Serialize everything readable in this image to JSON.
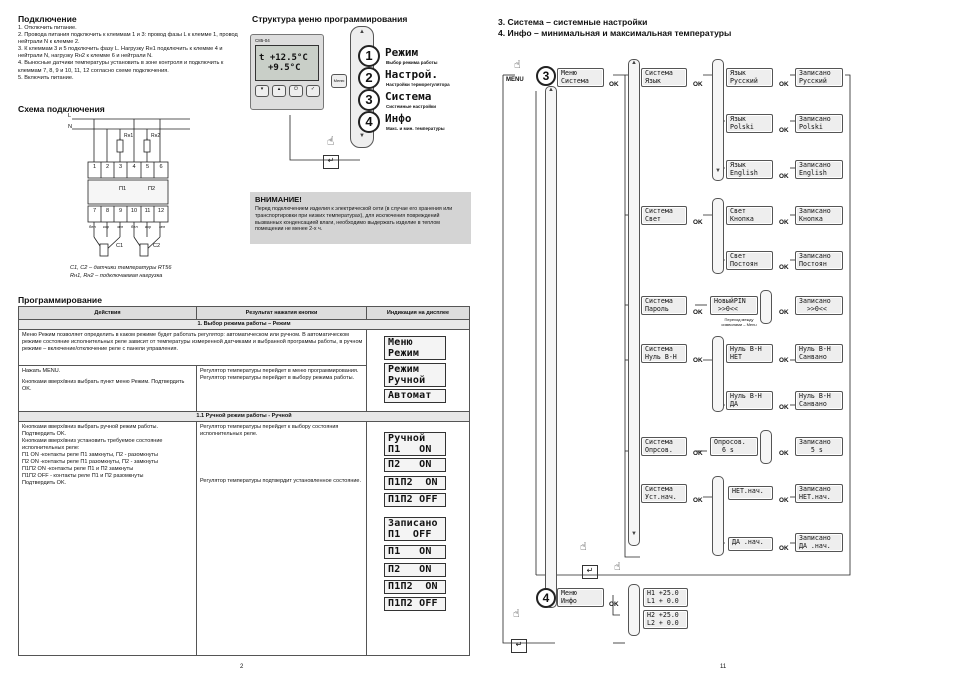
{
  "left_page": {
    "connect_title": "Подключение",
    "connect_steps": [
      "1. Отключить питание.",
      "2. Провода питания подключить к клеммам 1 и 3: провод фазы L к клемме 1, провод нейтрали N к клемме 2.",
      "3. К клеммам 3 и 5 подключить фазу L. Нагрузку Rн1 подключить к клемме 4 и нейтрали N, нагрузку Rн2 к клемме 6 и нейтрали N.",
      "4. Выносные датчики температуры установить в зоне контроля и подключить к клеммам 7, 8, 9 и 10, 11, 12 согласно схеме подключения.",
      "5. Включить питание."
    ],
    "scheme_title": "Схема подключения",
    "scheme": {
      "line_l": "L",
      "line_n": "N",
      "rn1": "Rн1",
      "rn2": "Rн2",
      "top_terminals": [
        "1",
        "2",
        "3",
        "4",
        "5",
        "6"
      ],
      "p1": "П1",
      "p2": "П2",
      "bottom_terminals": [
        "7",
        "8",
        "9",
        "10",
        "11",
        "12"
      ],
      "wire_labels": [
        "бел",
        "кор",
        "зел",
        "бел",
        "кор",
        "зел"
      ],
      "c1": "С1",
      "c2": "С2",
      "caption1": "С1, С2 – датчики температуры RT56",
      "caption2": "Rн1, Rн2 – подключаемая нагрузка"
    },
    "menu_title": "Структура меню программирования",
    "device": {
      "model": "С85-04",
      "line1": "t +12.5°C",
      "line2": "+9.5°C",
      "menu_btn": "Меню"
    },
    "menu_items": [
      {
        "num": "1",
        "title": "Режим",
        "sub": "Выбор режима работы"
      },
      {
        "num": "2",
        "title": "Настрой.",
        "sub": "Настройки терморегулятора"
      },
      {
        "num": "3",
        "title": "Система",
        "sub": "Системные настройки"
      },
      {
        "num": "4",
        "title": "Инфо",
        "sub": "Макс. и мин. температуры"
      }
    ],
    "warning_title": "ВНИМАНИЕ!",
    "warning_text": "Перед подключением изделия к электрической сети (в случае его хранения или транспортировки при низких температурах), для исключения повреждений вызванных конденсацией влаги, необходимо выдержать изделие в теплом помещении не менее 2-х ч.",
    "prog_title": "Программирование",
    "table": {
      "headers": [
        "Действия",
        "Результат нажатия кнопки",
        "Индикация на дисплее"
      ],
      "section1": "1. Выбор режима работы – Режим",
      "row1_text": "Меню Режим позволяет определить в каком режиме будет работать регулятор: автоматическом или ручном. В автоматическом режиме состояние исполнительных реле зависит от температуры измеренной датчиками и выбранной программы работы, в ручном режиме – включение/отключение реле с панели управления.",
      "row2_action_a": "Нажать MENU.",
      "row2_action_b": "Кнопками вверх/вниз выбрать пункт меню Режим. Подтвердить OK.",
      "row2_result_a": "Регулятор температуры перейдет в меню программирования.",
      "row2_result_b": "Регулятор температуры перейдет в выбору режима работы.",
      "section2": "1.1 Ручной режим работы - Ручной",
      "row3_action": [
        "Кнопками вверх/вниз выбрать ручной режим работы.",
        "Подтвердить OK.",
        "Кнопками вверх/вниз установить требуемое состояние исполнительных реле:",
        "П1 ON -контакты реле П1 замкнуты, П2 - разомкнуты",
        "П2 ON -контакты реле П1 разомкнуты, П2 - замкнуты",
        "П1П2 ON -контакты реле П1 и П2 замкнуты",
        "П1П2 OFF - контакты реле П1 и П2 разомкнуты",
        "Подтвердить OK."
      ],
      "row3_result_a": "Регулятор температуры перейдет к выбору состояния исполнительных реле.",
      "row3_result_b": "Регулятор температуры подтвердит установленное состояние.",
      "displays1": [
        "Меню\nРежим",
        "Режим\nРучной",
        "Автомат"
      ],
      "displays2": [
        "Ручной\nП1   ON",
        "П2   ON",
        "П1П2  ON",
        "П1П2 OFF"
      ],
      "displays3": [
        "Записано\nП1  OFF",
        "П1   ON",
        "П2   ON",
        "П1П2  ON",
        "П1П2 OFF"
      ]
    },
    "page_number": "2"
  },
  "right_page": {
    "title1": "3. Система – системные настройки",
    "title2": "4. Инфо – минимальная и максимальная температуры",
    "menu_label": "MENU",
    "ok_label": "OK",
    "step3": "3",
    "step4": "4",
    "lcd_menu_system": "Меню\nСистема",
    "lcd_menu_info": "Меню\nИнфо",
    "rows": [
      {
        "name": "lang",
        "sys": "Система\nЯзык",
        "opts": [
          [
            "Язык\nРусский",
            "Записано\nРусский"
          ],
          [
            "Язык\nPolski",
            "Записано\nPolski"
          ],
          [
            "Язык\nEnglish",
            "Записано\nEnglish"
          ]
        ]
      },
      {
        "name": "light",
        "sys": "Система\nСвет",
        "opts": [
          [
            "Свет\nКнопка",
            "Записано\nКнопка"
          ],
          [
            "Свет\nПостоян",
            "Записано\nПостоян"
          ]
        ]
      },
      {
        "name": "pass",
        "sys": "Система\nПароль",
        "opts": [
          [
            "НовыйPIN\n >>0<<",
            "Записано\n  >>0<<"
          ]
        ]
      },
      {
        "name": "zero",
        "sys": "Система\nНуль В-Н",
        "opts": [
          [
            "Нуль В-Н\nНЕТ",
            "Нуль В-Н\nСанвано"
          ],
          [
            "Нуль В-Н\nДА",
            "Нуль В-Н\nСанвано"
          ]
        ]
      },
      {
        "name": "poll",
        "sys": "Система\nОпрсов.",
        "opts": [
          [
            "Опросов.\n  6 s",
            "Записано\n   5 s"
          ]
        ]
      },
      {
        "name": "factory",
        "sys": "Система\nУст.нач.",
        "opts": [
          [
            "НЕТ.нач.",
            "Записано\nНЕТ.нач."
          ],
          [
            "ДА .нач.",
            "Записано\nДА .нач."
          ]
        ]
      }
    ],
    "pass_note": "Переход между символами – Menu",
    "info_lcds": [
      "H1 +25.0\nL1 + 0.0",
      "H2 +25.0\nL2 + 0.0"
    ],
    "page_number": "11"
  }
}
